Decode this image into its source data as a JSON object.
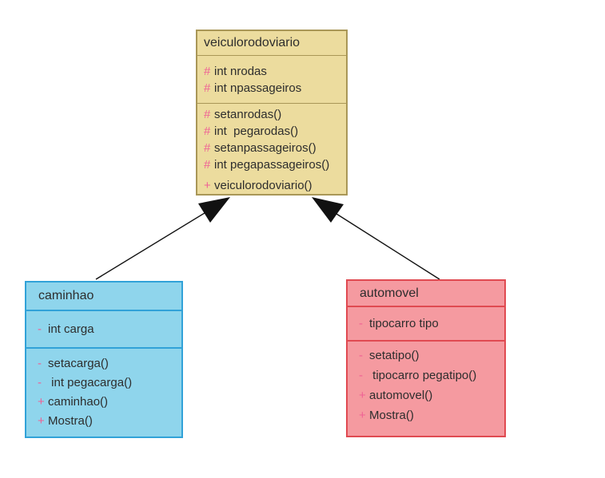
{
  "colors": {
    "parent_fill": "#ecdc9e",
    "parent_border": "#a99757",
    "caminhao_fill": "#8fd5ec",
    "caminhao_border": "#31a2d8",
    "automovel_fill": "#f59aa0",
    "automovel_border": "#e04a51",
    "visibility_symbol": "#ef6195",
    "member_text": "#2d2d2d",
    "arrow": "#111111",
    "background": "#ffffff"
  },
  "classes": [
    {
      "name": "veiculorodoviario",
      "attributes": [
        {
          "visibility": "#",
          "text": "int nrodas"
        },
        {
          "visibility": "#",
          "text": "int npassageiros"
        }
      ],
      "methods": [
        {
          "visibility": "#",
          "text": "setanrodas()"
        },
        {
          "visibility": "#",
          "text": "int  pegarodas()"
        },
        {
          "visibility": "#",
          "text": "setanpassageiros()"
        },
        {
          "visibility": "#",
          "text": "int pegapassageiros()"
        },
        {
          "visibility": "+",
          "text": "veiculorodoviario()"
        }
      ]
    },
    {
      "name": "caminhao",
      "attributes": [
        {
          "visibility": "-",
          "text": "int carga"
        }
      ],
      "methods": [
        {
          "visibility": "-",
          "text": "setacarga()"
        },
        {
          "visibility": "-",
          "text": " int pegacarga()"
        },
        {
          "visibility": "+",
          "text": "caminhao()"
        },
        {
          "visibility": "+",
          "text": "Mostra()"
        }
      ]
    },
    {
      "name": "automovel",
      "attributes": [
        {
          "visibility": "-",
          "text": "tipocarro tipo"
        }
      ],
      "methods": [
        {
          "visibility": "-",
          "text": "setatipo()"
        },
        {
          "visibility": "-",
          "text": " tipocarro pegatipo()"
        },
        {
          "visibility": "+",
          "text": "automovel()"
        },
        {
          "visibility": "+",
          "text": "Mostra()"
        }
      ]
    }
  ]
}
